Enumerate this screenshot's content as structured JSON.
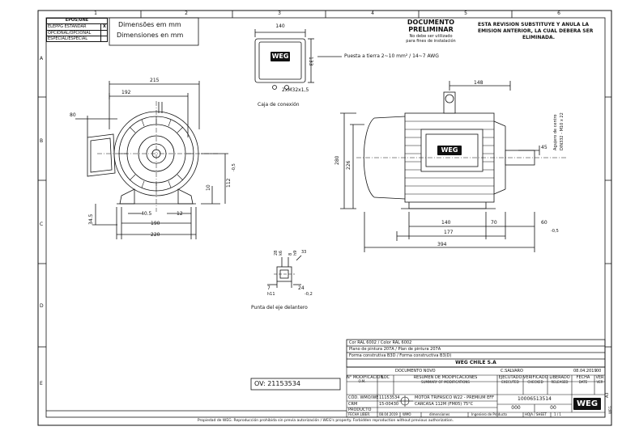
{
  "grid": {
    "columns": [
      "1",
      "2",
      "3",
      "4",
      "5",
      "6"
    ],
    "rows": [
      "A",
      "B",
      "C",
      "D",
      "E"
    ]
  },
  "revision_table": {
    "header": "EPOS/UNE",
    "rows": [
      "ELEPPG ESTANDAR",
      "OPCIONAL/OPCIONAL",
      "ESPECIAL/ESPECIAL"
    ],
    "flag": "X"
  },
  "dimensions_note": {
    "line1": "Dimensões em mm",
    "line2": "Dimensiones en mm"
  },
  "document_status": {
    "title1": "DOCUMENTO",
    "title2": "PRELIMINAR",
    "sub1": "No debe ser utilizado",
    "sub2": "para fines de instalación"
  },
  "revision_notice": {
    "line1": "ESTA REVISION SUBSTITUYE Y ANULA LA",
    "line2": "EMISION ANTERIOR, LA CUAL DEBERA SER",
    "line3": "ELIMINADA."
  },
  "terminal_box": {
    "width": "140",
    "height": "133",
    "gland": "2xM32x1,5",
    "caption": "Caja de conexión",
    "ground_note": "Puesta a tierra 2~10 mm² / 14~7 AWG",
    "logo": "WEG"
  },
  "front_view": {
    "d215": "215",
    "d192": "192",
    "d80": "80",
    "d10": "10",
    "d112": "112",
    "tol112": "-0,5",
    "d345": "34.5",
    "d405": "40.5",
    "d12": "12",
    "d190": "190",
    "d220": "220"
  },
  "side_view": {
    "d148": "148",
    "d280": "280",
    "d226": "226",
    "d45": "45",
    "d140": "140",
    "d70": "70",
    "d60": "60",
    "tol60": "-0,5",
    "d177": "177",
    "d394": "394",
    "center_hole_l1": "Agujero de centro",
    "center_hole_l2": "DIN332 - M10 x 22",
    "logo": "WEG"
  },
  "shaft_end": {
    "caption": "Punta del eje delantero",
    "d7": "7",
    "d7tol": "h11",
    "d24": "24",
    "d24tol": "-0,2",
    "dim_a": "28",
    "dim_b": "k6",
    "dim_c": "8",
    "dim_d": "h9",
    "dim_e": "33"
  },
  "info_block": {
    "color": "Cor RAL 6002 / Color RAL 6002",
    "paint": "Plano de pintura 207A / Plan de pintura 207A",
    "form": "Forma construtiva B3D / Forma constructiva B3(D)",
    "company": "WEG CHILE S.A"
  },
  "ov_field": "OV: 21153534",
  "title_block": {
    "doc_new": "DOCUMENTO NOVO",
    "sum_mod": "RESUMEN DE MODIFICACIONES",
    "sum_mod_en": "SUMMARY OF MODIFICATIONS",
    "c_salvaro": "C.SALVARO",
    "date1": "08.04.2019",
    "rev_no": "00",
    "h_mod": "N° MODIFICACION",
    "h_mod2": "O.M.",
    "h_loc": "LOC",
    "h_ejec": "EJECUTADO",
    "h_ejec2": "EXECUTED",
    "h_verif": "VERIFICADO",
    "h_verif2": "CHECKED",
    "h_liber": "LIBERADO",
    "h_liber2": "RELEASED",
    "h_fecha": "FECHA",
    "h_fecha2": "DATE",
    "h_ver": "VER",
    "h_ver2": "VER",
    "cod_label": "CÓD. WMO/WE",
    "cod_val": "11153534",
    "crm_label": "CRM",
    "crm_val": "15-00430",
    "pro_label": "PRODUCTO",
    "motor": "MOTOR TRIFASICO W22 - PREMIUM EFF",
    "carcasa": "CARCASA 112M (FM05) 75°C",
    "fecha_label": "FECHA LIBER.",
    "fecha_val": "08.04.2019",
    "wmo": "WMO",
    "rotulo": "dimensiones",
    "ingeniero": "Ingeniero de Producto",
    "hoja": "HOJA / SHEET",
    "hoja_val": "1 / 1",
    "doc_number": "10006513514",
    "sub1": "000",
    "sub2": "00",
    "format": "A3",
    "logo": "WEG"
  },
  "footer_note": "Propiedad de WEG. Reproducción prohibida sin previa autorización / WEG's property. Forbidden reproduction without previous authorization.",
  "margin_note": "WEG"
}
